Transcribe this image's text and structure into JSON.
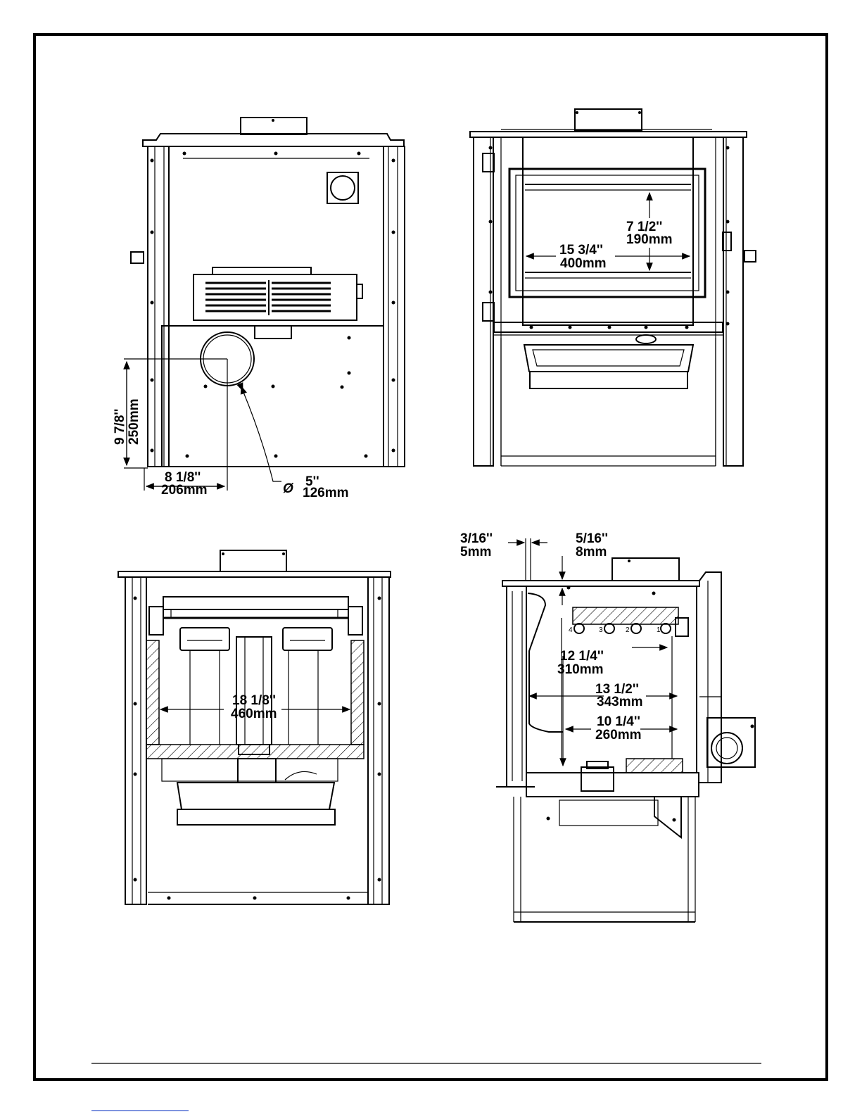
{
  "views": {
    "back": {
      "flue_height_in": "9  7/8''",
      "flue_height_mm": "250mm",
      "flue_offset_in": "8  1/8''",
      "flue_offset_mm": "206mm",
      "flue_diameter_symbol": "Ø",
      "flue_diameter_in": "5''",
      "flue_diameter_mm": "126mm"
    },
    "front": {
      "glass_width_in": "15  3/4''",
      "glass_width_mm": "400mm",
      "glass_height_in": "7  1/2''",
      "glass_height_mm": "190mm"
    },
    "section_front": {
      "firebox_width_in": "18  1/8''",
      "firebox_width_mm": "460mm"
    },
    "section_side": {
      "gap_left_in": "3/16''",
      "gap_left_mm": "5mm",
      "gap_right_in": "5/16''",
      "gap_right_mm": "8mm",
      "depth_upper_in": "12  1/4''",
      "depth_upper_mm": "310mm",
      "depth_mid_in": "13  1/2''",
      "depth_mid_mm": "343mm",
      "depth_lower_in": "10  1/4''",
      "depth_lower_mm": "260mm",
      "burner_labels": [
        "4",
        "3",
        "2",
        "1"
      ]
    }
  }
}
